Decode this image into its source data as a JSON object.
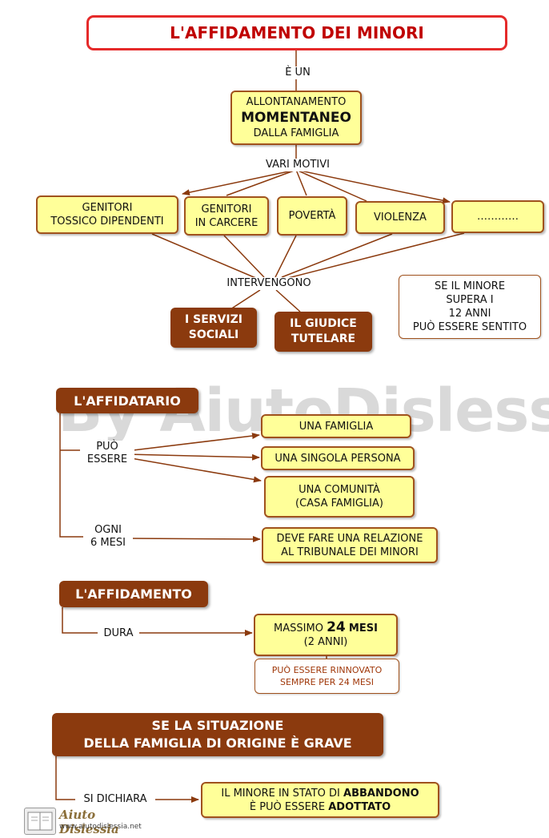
{
  "title": "L'AFFIDAMENTO DEI MINORI",
  "definition": {
    "link": "È UN",
    "line1": "ALLONTANAMENTO",
    "line2": "MOMENTANEO",
    "line3": "DALLA FAMIGLIA"
  },
  "motivi": {
    "link": "VARI MOTIVI",
    "items": [
      {
        "line1": "GENITORI",
        "line2": "TOSSICO DIPENDENTI"
      },
      {
        "line1": "GENITORI",
        "line2": "IN CARCERE"
      },
      {
        "line1": "POVERTÀ",
        "line2": ""
      },
      {
        "line1": "VIOLENZA",
        "line2": ""
      },
      {
        "line1": "…………",
        "line2": ""
      }
    ]
  },
  "interventi": {
    "link": "INTERVENGONO",
    "servizi_line1": "I SERVIZI",
    "servizi_line2": "SOCIALI",
    "giudice_line1": "IL GIUDICE",
    "giudice_line2": "TUTELARE"
  },
  "minore_note": [
    "SE IL MINORE",
    "SUPERA I",
    "12 ANNI",
    "PUÒ ESSERE SENTITO"
  ],
  "affidatario": {
    "title": "L'AFFIDATARIO",
    "link1_line1": "PUÒ",
    "link1_line2": "ESSERE",
    "options": [
      "UNA FAMIGLIA",
      "UNA SINGOLA PERSONA"
    ],
    "comunita_line1": "UNA COMUNITÀ",
    "comunita_line2": "(CASA FAMIGLIA)",
    "link2_line1": "OGNI",
    "link2_line2": "6 MESI",
    "relazione_line1": "DEVE FARE UNA RELAZIONE",
    "relazione_line2": "AL TRIBUNALE DEI MINORI"
  },
  "affidamento": {
    "title": "L'AFFIDAMENTO",
    "link": "DURA",
    "massimo_pre": "MASSIMO",
    "massimo_num": "24",
    "massimo_unit": "MESI",
    "massimo_sub": "(2 ANNI)",
    "rinnovo_line1": "PUÒ ESSERE RINNOVATO",
    "rinnovo_line2": "SEMPRE PER 24 MESI"
  },
  "situazione": {
    "line1": "SE LA SITUAZIONE",
    "line2": "DELLA FAMIGLIA DI ORIGINE È GRAVE",
    "link": "SI DICHIARA",
    "result_line1_pre": "IL MINORE IN STATO DI",
    "result_line1_bold": "ABBANDONO",
    "result_line2_pre": "È PUÒ ESSERE",
    "result_line2_bold": "ADOTTATO"
  },
  "watermark": "By AiutoDislessia.net",
  "logo": {
    "name": "Aiuto Dislessia",
    "url": "www.aiutodislessia.net"
  },
  "colors": {
    "brown": "#8b3a0e",
    "yellow": "#ffff99",
    "red_border": "#e52a2a",
    "red_text": "#c00000",
    "line": "#a0521d"
  }
}
